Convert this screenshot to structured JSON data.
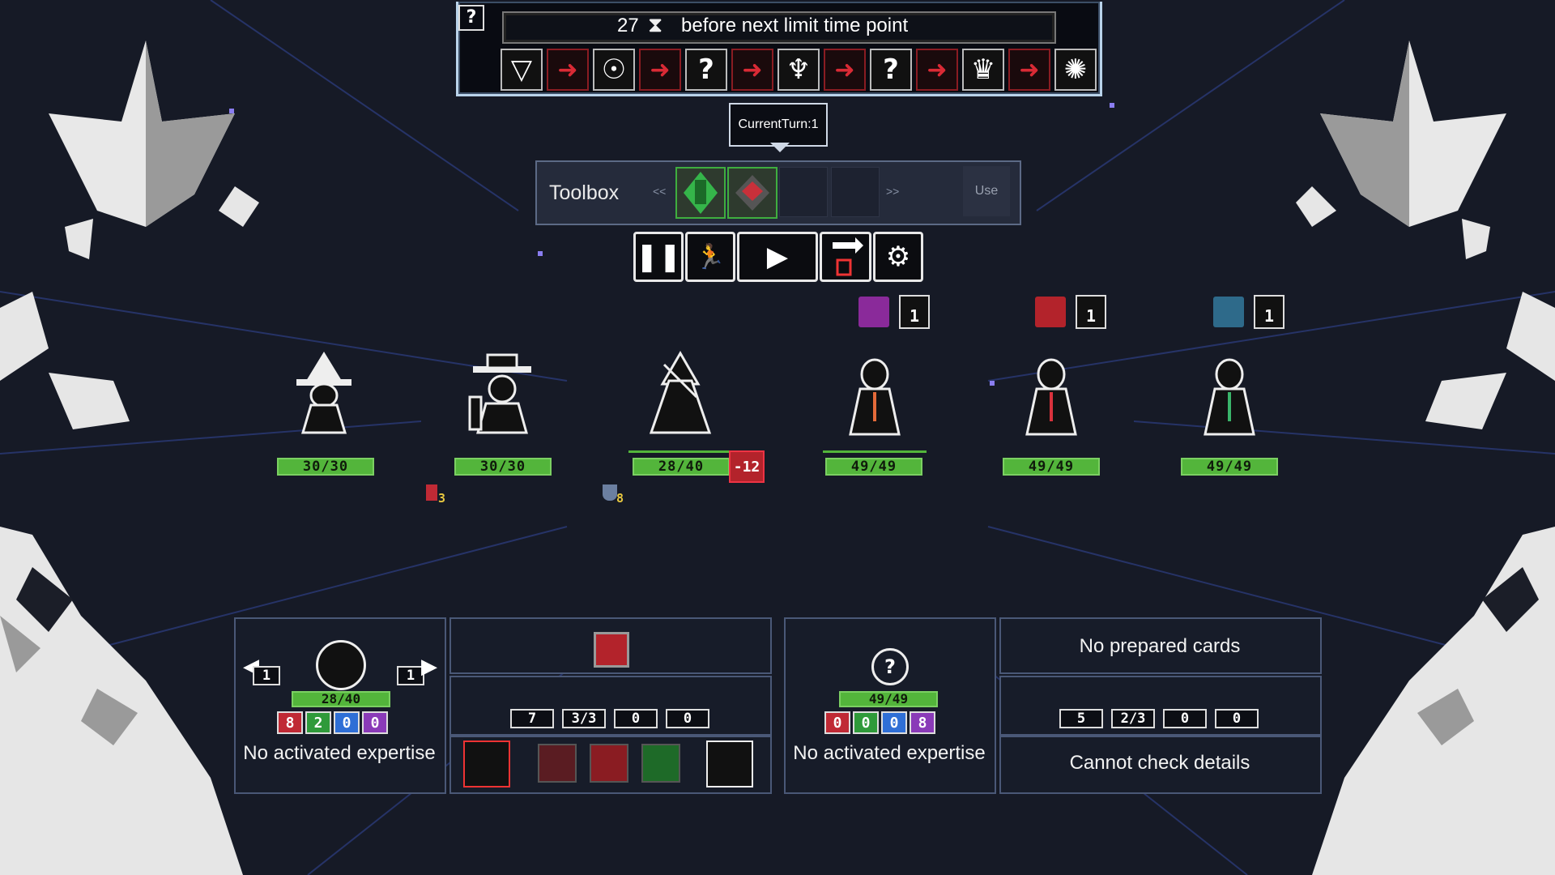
{
  "timeline": {
    "help_glyph": "?",
    "limit_count": "27",
    "limit_text": "before next limit time point",
    "phases": [
      {
        "icon": "descend-icon",
        "glyph": "▽"
      },
      {
        "icon": "arrow-icon",
        "glyph": "➜"
      },
      {
        "icon": "mask-icon",
        "glyph": "☉"
      },
      {
        "icon": "arrow-icon",
        "glyph": "➜"
      },
      {
        "icon": "unknown-icon",
        "glyph": "?"
      },
      {
        "icon": "arrow-icon",
        "glyph": "➜"
      },
      {
        "icon": "demon-icon",
        "glyph": "♆"
      },
      {
        "icon": "arrow-icon",
        "glyph": "➜"
      },
      {
        "icon": "unknown-icon",
        "glyph": "?"
      },
      {
        "icon": "arrow-icon",
        "glyph": "➜"
      },
      {
        "icon": "crown-icon",
        "glyph": "♛"
      },
      {
        "icon": "arrow-icon",
        "glyph": "➜"
      },
      {
        "icon": "vortex-icon",
        "glyph": "✺"
      }
    ]
  },
  "turn": {
    "label": "CurrentTurn:1"
  },
  "toolbox": {
    "label": "Toolbox",
    "prev": "<<",
    "next": ">>",
    "use": "Use"
  },
  "controls": {
    "pause": "❚❚",
    "flee": "🏃",
    "play": "▶",
    "settings": "⚙"
  },
  "party": [
    {
      "name": "witch",
      "hp": "30/30"
    },
    {
      "name": "gunslinger",
      "hp": "30/30"
    },
    {
      "name": "hooded-rogue",
      "hp": "28/40",
      "damage": "-12"
    }
  ],
  "enemies": [
    {
      "name": "cultist-purple",
      "hp": "49/49",
      "status_count": "1",
      "status_color": "#8a2a9a"
    },
    {
      "name": "cultist-red",
      "hp": "49/49",
      "status_count": "1",
      "status_color": "#b3232b"
    },
    {
      "name": "cultist-green",
      "hp": "49/49",
      "status_count": "1",
      "status_color": "#2e6a8a"
    }
  ],
  "floor_effects": [
    {
      "name": "bleed-marker",
      "value": "3"
    },
    {
      "name": "shield-marker",
      "value": "8"
    }
  ],
  "selected_panel": {
    "left_count": "1",
    "right_count": "1",
    "hp": "28/40",
    "stats": [
      "8",
      "2",
      "0",
      "0"
    ],
    "expertise": "No activated expertise",
    "deck": "7",
    "hand": "3/3",
    "discard": "0",
    "exile": "0"
  },
  "target_panel": {
    "hp": "49/49",
    "stats": [
      "0",
      "0",
      "0",
      "8"
    ],
    "expertise": "No activated expertise",
    "prepared": "No prepared cards",
    "deck": "5",
    "hand": "2/3",
    "discard": "0",
    "exile": "0",
    "details": "Cannot check details"
  },
  "colors": {
    "hp_green": "#53b53b",
    "stat_red": "#c02a35",
    "stat_green": "#2f9a3a",
    "stat_blue": "#2f6fd6",
    "stat_purple": "#8a3ab8",
    "accent_frame": "#b9d3ea"
  }
}
